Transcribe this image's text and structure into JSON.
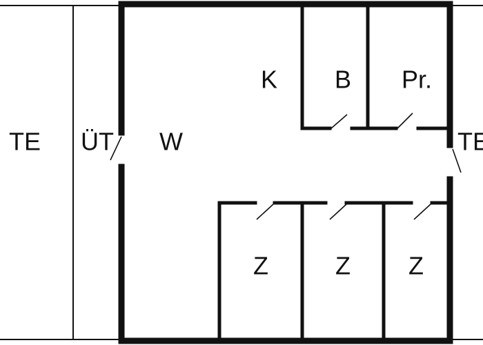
{
  "colors": {
    "wall": "#111111",
    "background": "#ffffff",
    "door_gap": "#ffffff"
  },
  "rooms": [
    {
      "id": "te_left",
      "label": "TE"
    },
    {
      "id": "ut",
      "label": "ÜT"
    },
    {
      "id": "w",
      "label": "W"
    },
    {
      "id": "k",
      "label": "K"
    },
    {
      "id": "b",
      "label": "B"
    },
    {
      "id": "pr",
      "label": "Pr."
    },
    {
      "id": "te_right",
      "label": "TE"
    },
    {
      "id": "z1",
      "label": "Z"
    },
    {
      "id": "z2",
      "label": "Z"
    },
    {
      "id": "z3",
      "label": "Z"
    }
  ]
}
